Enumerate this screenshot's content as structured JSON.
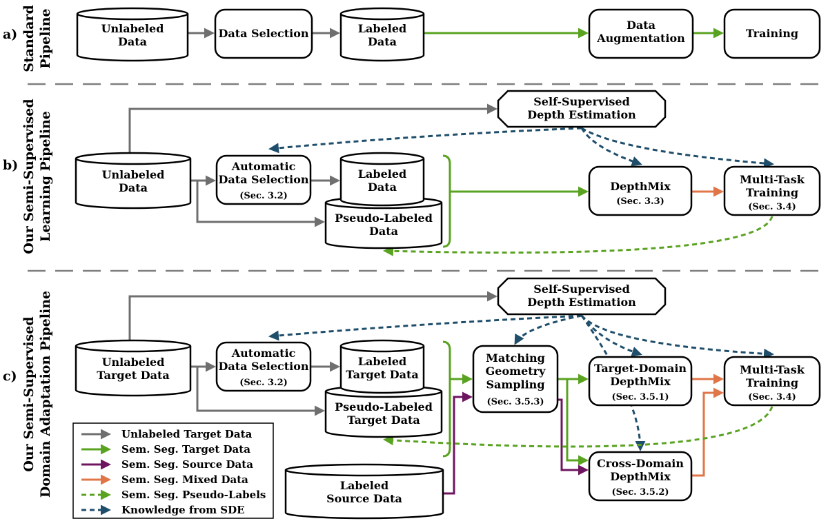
{
  "colors": {
    "unlabeled": "#6f6f6f",
    "target": "#5aa321",
    "source": "#6e1560",
    "mixed": "#e07548",
    "pseudo": "#5aa321",
    "sde": "#1f4e6b"
  },
  "rows": {
    "a": {
      "marker": "a)",
      "side_title": [
        "Standard",
        "Pipeline"
      ],
      "unlabeled": [
        "Unlabeled",
        "Data"
      ],
      "selection": [
        "Data Selection"
      ],
      "labeled": [
        "Labeled",
        "Data"
      ],
      "augmentation": [
        "Data",
        "Augmentation"
      ],
      "training": [
        "Training"
      ]
    },
    "b": {
      "marker": "b)",
      "side_title": [
        "Our Semi-Supervised",
        "Learning Pipeline"
      ],
      "sde": [
        "Self-Supervised",
        "Depth Estimation"
      ],
      "unlabeled": [
        "Unlabeled",
        "Data"
      ],
      "selection": [
        "Automatic",
        "Data Selection"
      ],
      "selection_ref": "(Sec. 3.2)",
      "labeled": [
        "Labeled",
        "Data"
      ],
      "pseudo": [
        "Pseudo-Labeled",
        "Data"
      ],
      "depthmix": [
        "DepthMix"
      ],
      "depthmix_ref": "(Sec. 3.3)",
      "multitask": [
        "Multi-Task",
        "Training"
      ],
      "multitask_ref": "(Sec. 3.4)"
    },
    "c": {
      "marker": "c)",
      "side_title": [
        "Our Semi-Supervised",
        "Domain Adaptation Pipeline"
      ],
      "sde": [
        "Self-Supervised",
        "Depth Estimation"
      ],
      "unlabeled": [
        "Unlabeled",
        "Target Data"
      ],
      "selection": [
        "Automatic",
        "Data Selection"
      ],
      "selection_ref": "(Sec. 3.2)",
      "labeled": [
        "Labeled",
        "Target Data"
      ],
      "pseudo": [
        "Pseudo-Labeled",
        "Target Data"
      ],
      "matching": [
        "Matching",
        "Geometry",
        "Sampling"
      ],
      "matching_ref": "(Sec. 3.5.3)",
      "target_depthmix": [
        "Target-Domain",
        "DepthMix"
      ],
      "target_depthmix_ref": "(Sec. 3.5.1)",
      "cross_depthmix": [
        "Cross-Domain",
        "DepthMix"
      ],
      "cross_depthmix_ref": "(Sec. 3.5.2)",
      "multitask": [
        "Multi-Task",
        "Training"
      ],
      "multitask_ref": "(Sec. 3.4)",
      "source": [
        "Labeled",
        "Source Data"
      ]
    }
  },
  "legend": [
    {
      "label": "Unlabeled Target Data",
      "color": "unlabeled",
      "dashed": false
    },
    {
      "label": "Sem. Seg. Target Data",
      "color": "target",
      "dashed": false
    },
    {
      "label": "Sem. Seg. Source Data",
      "color": "source",
      "dashed": false
    },
    {
      "label": "Sem. Seg. Mixed Data",
      "color": "mixed",
      "dashed": false
    },
    {
      "label": "Sem. Seg. Pseudo-Labels",
      "color": "pseudo",
      "dashed": true
    },
    {
      "label": "Knowledge from SDE",
      "color": "sde",
      "dashed": true
    }
  ]
}
